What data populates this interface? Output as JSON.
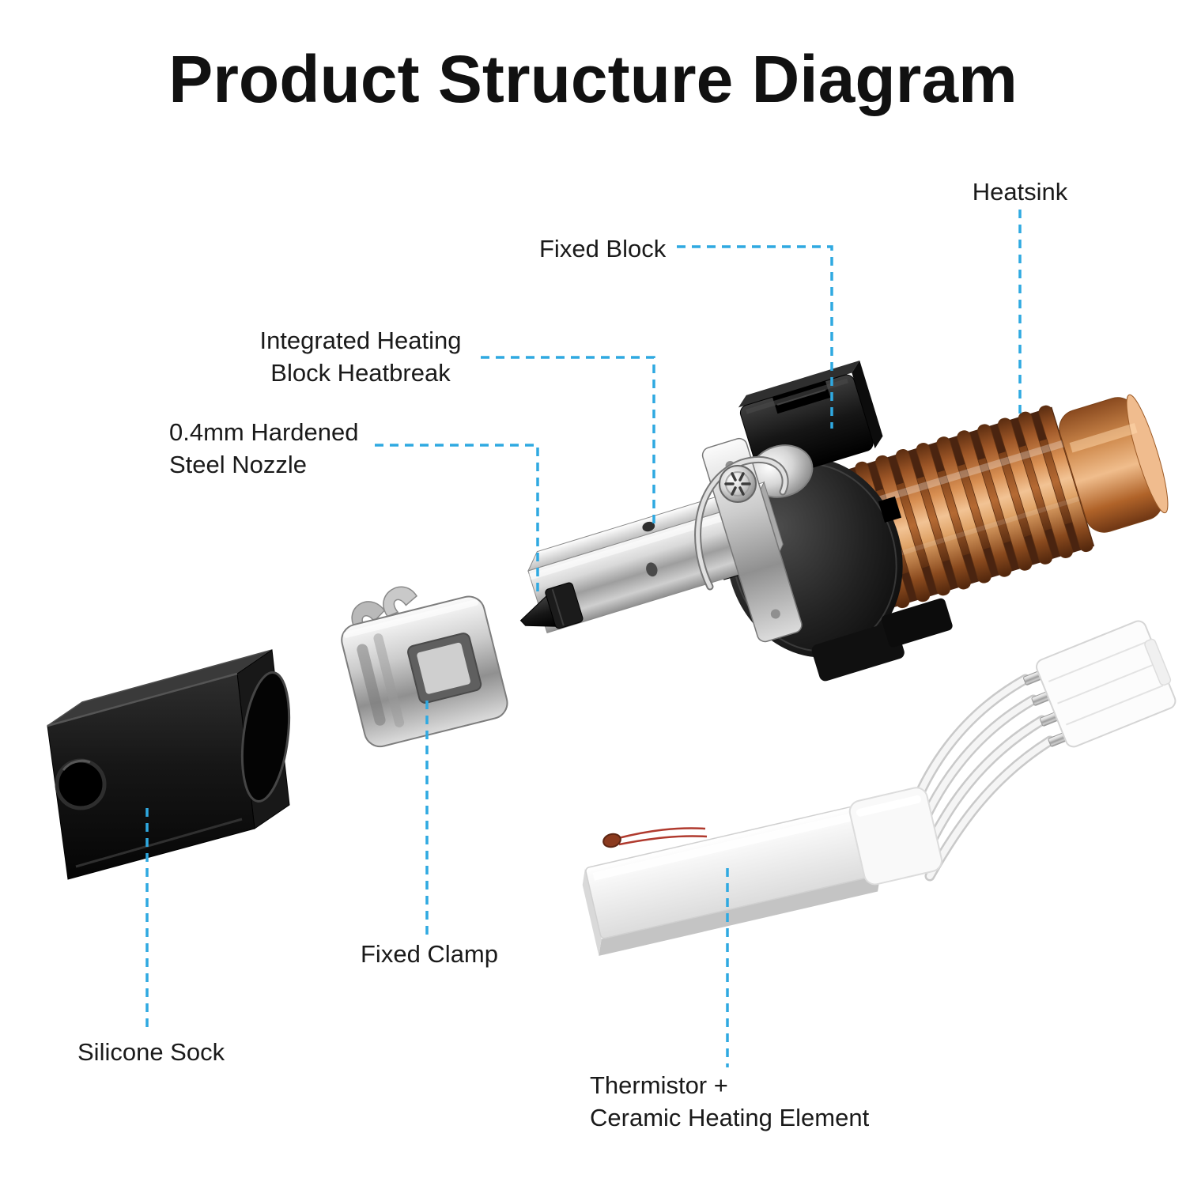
{
  "page": {
    "title": "Product Structure Diagram",
    "background_color": "#ffffff",
    "accent_color": "#2FA9E1",
    "text_color": "#1a1a1a"
  },
  "labels": {
    "heatsink": "Heatsink",
    "fixed_block": "Fixed Block",
    "integrated_heating": [
      "Integrated Heating",
      "Block Heatbreak"
    ],
    "nozzle": [
      "0.4mm Hardened",
      "Steel Nozzle"
    ],
    "fixed_clamp": "Fixed Clamp",
    "silicone_sock": "Silicone Sock",
    "thermistor": [
      "Thermistor +",
      "Ceramic Heating Element"
    ]
  },
  "part_colors": {
    "heatsink_copper": "#c17a3d",
    "metal_silver": "#c6c6c6",
    "plastic_black": "#141414",
    "ceramic_white": "#f6f6f6"
  }
}
